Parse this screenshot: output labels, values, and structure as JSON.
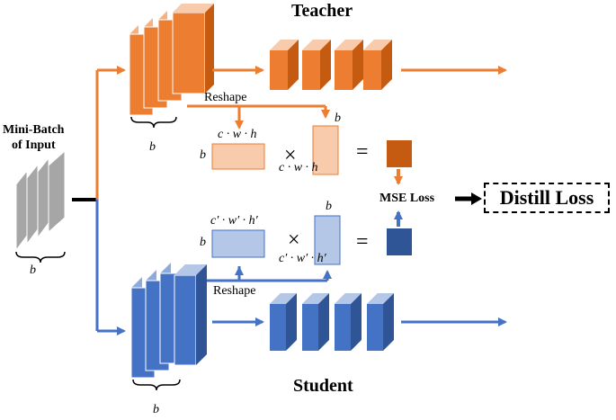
{
  "teacher_label": "Teacher",
  "student_label": "Student",
  "input_label_line1": "Mini-Batch",
  "input_label_line2": "of Input",
  "input_batch_dim": "b",
  "teacher_batch_dim": "b",
  "student_batch_dim": "b",
  "teacher_reshape_label": "Reshape",
  "student_reshape_label": "Reshape",
  "teacher_matrix": {
    "rows": "b",
    "cols": "c · w · h",
    "t_rows": "c · w · h",
    "t_cols": "b"
  },
  "student_matrix": {
    "rows": "b",
    "cols": "c′ · w′ · h′",
    "t_rows": "c′ · w′ · h′",
    "t_cols": "b"
  },
  "times_symbol": "×",
  "equals_symbol": "=",
  "mse_loss_label": "MSE Loss",
  "distill_loss_label": "Distill Loss",
  "colors": {
    "teacher": "#ED7D31",
    "teacher_dark": "#C55A11",
    "teacher_light": "#F8CBAD",
    "student": "#4472C4",
    "student_dark": "#2F5597",
    "student_light": "#B4C7E7",
    "input": "#A6A6A6"
  }
}
